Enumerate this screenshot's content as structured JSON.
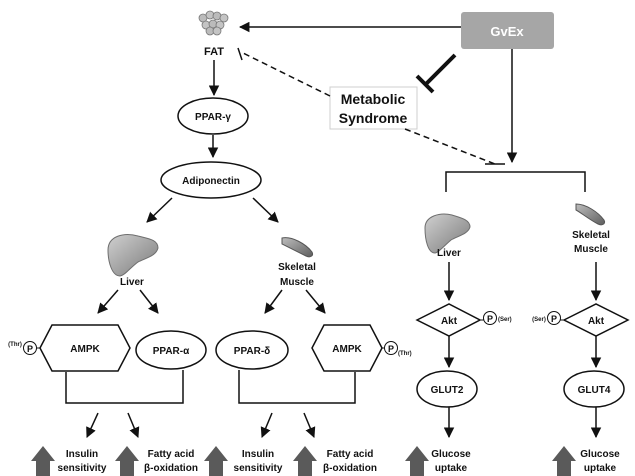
{
  "gvex": "GvEx",
  "fat": "FAT",
  "metabolic_line1": "Metabolic",
  "metabolic_line2": "Syndrome",
  "ppar_gamma": "PPAR-γ",
  "adiponectin": "Adiponectin",
  "left": {
    "liver": "Liver",
    "skeletal_line1": "Skeletal",
    "skeletal_line2": "Muscle",
    "ampk_left": "AMPK",
    "ppar_alpha": "PPAR-α",
    "ppar_delta": "PPAR-δ",
    "ampk_right": "AMPK",
    "thr_left": "(Thr)",
    "thr_right": "(Thr)",
    "p_left": "P",
    "p_right": "P",
    "outcome1_line1": "Insulin",
    "outcome1_line2": "sensitivity",
    "outcome2_line1": "Fatty acid",
    "outcome2_line2": "β-oxidation",
    "outcome3_line1": "Insulin",
    "outcome3_line2": "sensitivity",
    "outcome4_line1": "Fatty acid",
    "outcome4_line2": "β-oxidation"
  },
  "right": {
    "liver": "Liver",
    "skeletal_line1": "Skeletal",
    "skeletal_line2": "Muscle",
    "akt_left": "Akt",
    "akt_right": "Akt",
    "ser_left": "(Ser)",
    "ser_right": "(Ser)",
    "p_left": "P",
    "p_right": "P",
    "glut2": "GLUT2",
    "glut4": "GLUT4",
    "outcome1_line1": "Glucose",
    "outcome1_line2": "uptake",
    "outcome2_line1": "Glucose",
    "outcome2_line2": "uptake"
  },
  "colors": {
    "gvex_box": "#a6a6a6",
    "arrow_up": "#5a5a5a",
    "organ": "#8c8c8c"
  }
}
